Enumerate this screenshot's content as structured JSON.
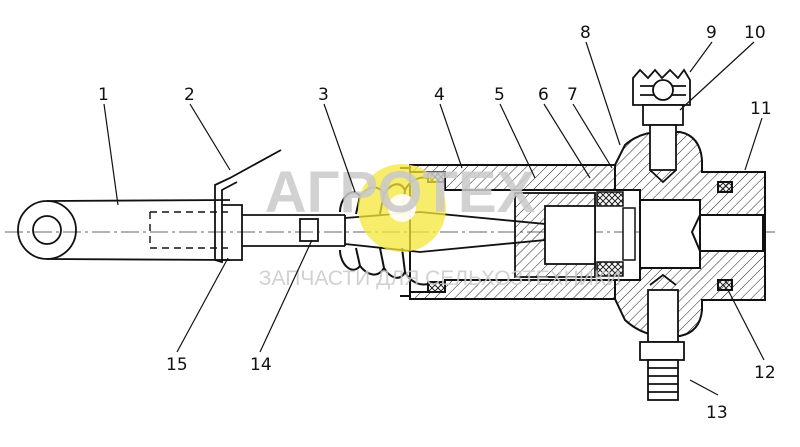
{
  "diagram": {
    "callouts": [
      {
        "id": 1,
        "label": "1"
      },
      {
        "id": 2,
        "label": "2"
      },
      {
        "id": 3,
        "label": "3"
      },
      {
        "id": 4,
        "label": "4"
      },
      {
        "id": 5,
        "label": "5"
      },
      {
        "id": 6,
        "label": "6"
      },
      {
        "id": 7,
        "label": "7"
      },
      {
        "id": 8,
        "label": "8"
      },
      {
        "id": 9,
        "label": "9"
      },
      {
        "id": 10,
        "label": "10"
      },
      {
        "id": 11,
        "label": "11"
      },
      {
        "id": 12,
        "label": "12"
      },
      {
        "id": 13,
        "label": "13"
      },
      {
        "id": 14,
        "label": "14"
      },
      {
        "id": 15,
        "label": "15"
      }
    ]
  },
  "watermark": {
    "brand": "АГРОТЕХ",
    "tagline": "ЗАПЧАСТИ ДЛЯ СЕЛЬХОЗТЕХНИКИ",
    "accent_color": "#f5e63a",
    "text_color": "#c9c9c9"
  }
}
